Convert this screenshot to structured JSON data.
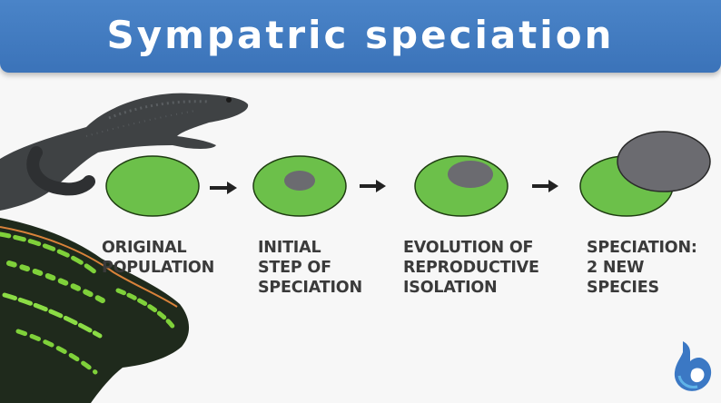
{
  "header": {
    "title": "Sympatric speciation"
  },
  "stages": [
    {
      "lines": [
        "ORIGINAL",
        "POPULATION"
      ]
    },
    {
      "lines": [
        "INITIAL",
        "STEP OF",
        "SPECIATION"
      ]
    },
    {
      "lines": [
        "EVOLUTION OF",
        "REPRODUCTIVE",
        "ISOLATION"
      ]
    },
    {
      "lines": [
        "SPECIATION:",
        "2 NEW",
        "SPECIES"
      ]
    }
  ],
  "colors": {
    "banner": "#3b73b9",
    "population_green": "#6cc04a",
    "population_outline": "#1f3d12",
    "new_species_grey": "#6b6b70",
    "arrow": "#222222",
    "text": "#3a3a3a"
  },
  "icons": {
    "newt_top": "crested-newt-image",
    "newt_bottom": "marbled-newt-image",
    "logo": "biology-dictionary-logo"
  }
}
